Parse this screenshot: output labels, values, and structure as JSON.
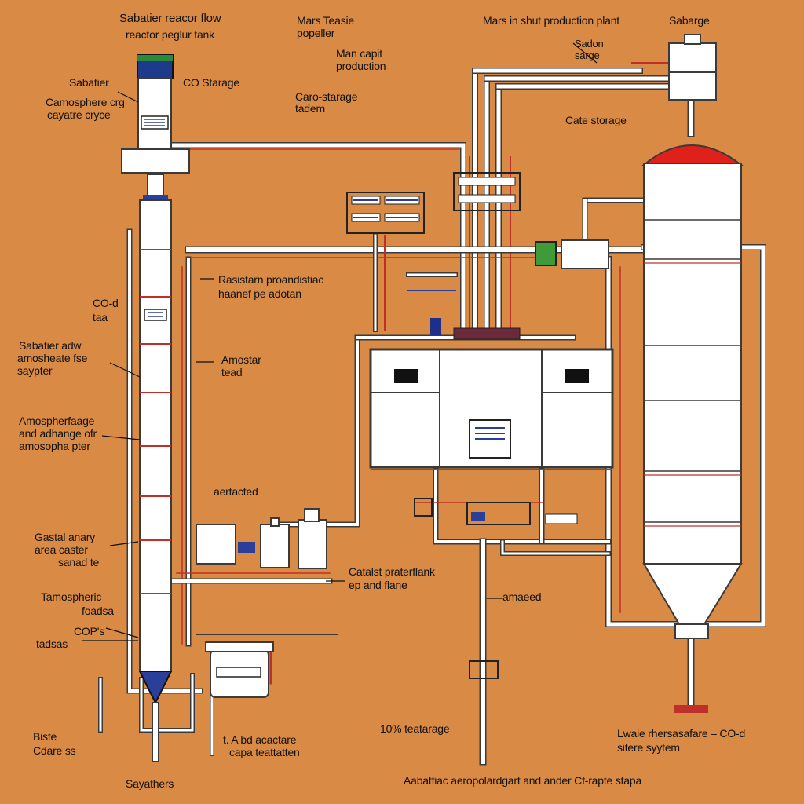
{
  "colors": {
    "background": "#d98a45",
    "vessel_fill": "#ffffff",
    "pipe_outline": "#3a3a3a",
    "pipe_red": "#c0302a",
    "pipe_blue": "#2a3f9a",
    "dome_red": "#e0201a",
    "valve_green": "#3f9a3a"
  },
  "labels": {
    "top_sabatier_flow": "Sabatier reacor flow",
    "top_reactor_tank": "reactor peglur tank",
    "mars_propeller_1": "Mars Teasie",
    "mars_propeller_2": "popeller",
    "main_capit_1": "Man capit",
    "main_capit_2": "production",
    "mars_plant": "Mars in shut production plant",
    "sabarge": "Sabarge",
    "station_1": "Sadon",
    "station_2": "sarge",
    "sabatier_left": "Sabatier",
    "co_storage": "CO Starage",
    "camosphere_1": "Camosphere crg",
    "camosphere_2": "cayatre cryce",
    "carostarage_1": "Caro-starage",
    "carostarage_2": "tadem",
    "cate_storage": "Cate storage",
    "resistor_1": "Rasistarn proandistiac",
    "resistor_2": "haanef pe adotan",
    "co2_1": "CO-d",
    "co2_2": "taa",
    "sabatier_adw_1": "Sabatier adw",
    "sabatier_adw_2": "amosheate fse",
    "sabatier_adw_3": "saypter",
    "amostar_1": "Amostar",
    "amostar_2": "tead",
    "amosphere_1": "Amospherfaage",
    "amosphere_2": "and adhange ofr",
    "amosphere_3": "amosopha pter",
    "aertacted": "aertacted",
    "gastal_1": "Gastal anary",
    "gastal_2": "area caster",
    "gastal_3": "sanad te",
    "catalst_1": "Catalst praterflank",
    "catalst_2": "ep and flane",
    "amaeed": "amaeed",
    "atmospheric_1": "Tamospheric",
    "atmospheric_2": "foadsa",
    "cop_1": "COP's",
    "cop_2": "tadsas",
    "bottom_left_1": "Biste",
    "bottom_left_2": "Cdare ss",
    "reactor_bottom_1": "t. A bd acactare",
    "reactor_bottom_2": "capa teattatten",
    "tostarage": "10% teatarage",
    "system_1": "Lwaie rhersasafare – CO-d",
    "system_2": "sitere syytem",
    "sayathers": "Sayathers",
    "bottom_caption": "Aabatfiac aeropolardgart and ander Cf-rapte stapa"
  }
}
